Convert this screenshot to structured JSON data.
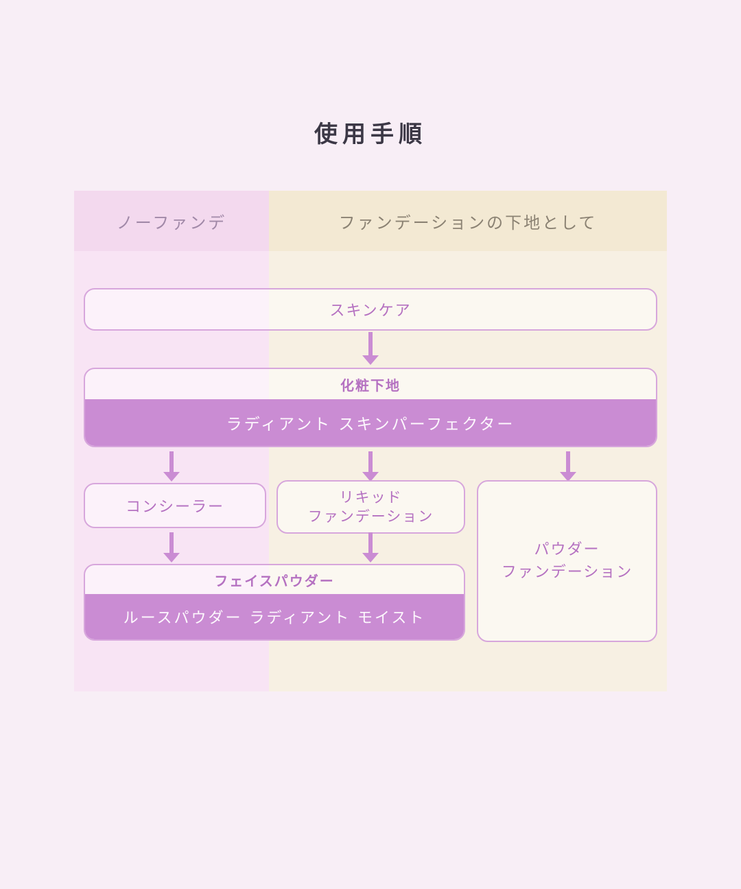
{
  "page": {
    "title": "使用手順",
    "background_color": "#f8eef6"
  },
  "diagram": {
    "left_column": {
      "header": "ノーファンデ",
      "header_bg": "#f3d9ee",
      "body_bg": "#f8e4f4",
      "header_text_color": "#a189a8"
    },
    "right_column": {
      "header": "ファンデーションの下地として",
      "header_bg": "#f3e9d3",
      "body_bg": "#f7f0e3",
      "header_text_color": "#8b8273"
    },
    "colors": {
      "accent_purple": "#ca8cd3",
      "box_border": "#d7a6dc",
      "box_text": "#b571c1",
      "fill_text": "#fdf8fd"
    },
    "nodes": {
      "skincare": {
        "label": "スキンケア"
      },
      "makeup_base": {
        "label": "化粧下地",
        "product": "ラディアント スキンパーフェクター"
      },
      "concealer": {
        "label": "コンシーラー"
      },
      "liquid_foundation": {
        "line1": "リキッド",
        "line2": "ファンデーション"
      },
      "powder_foundation": {
        "line1": "パウダー",
        "line2": "ファンデーション"
      },
      "face_powder": {
        "label": "フェイスパウダー",
        "product": "ルースパウダー ラディアント モイスト"
      }
    }
  }
}
